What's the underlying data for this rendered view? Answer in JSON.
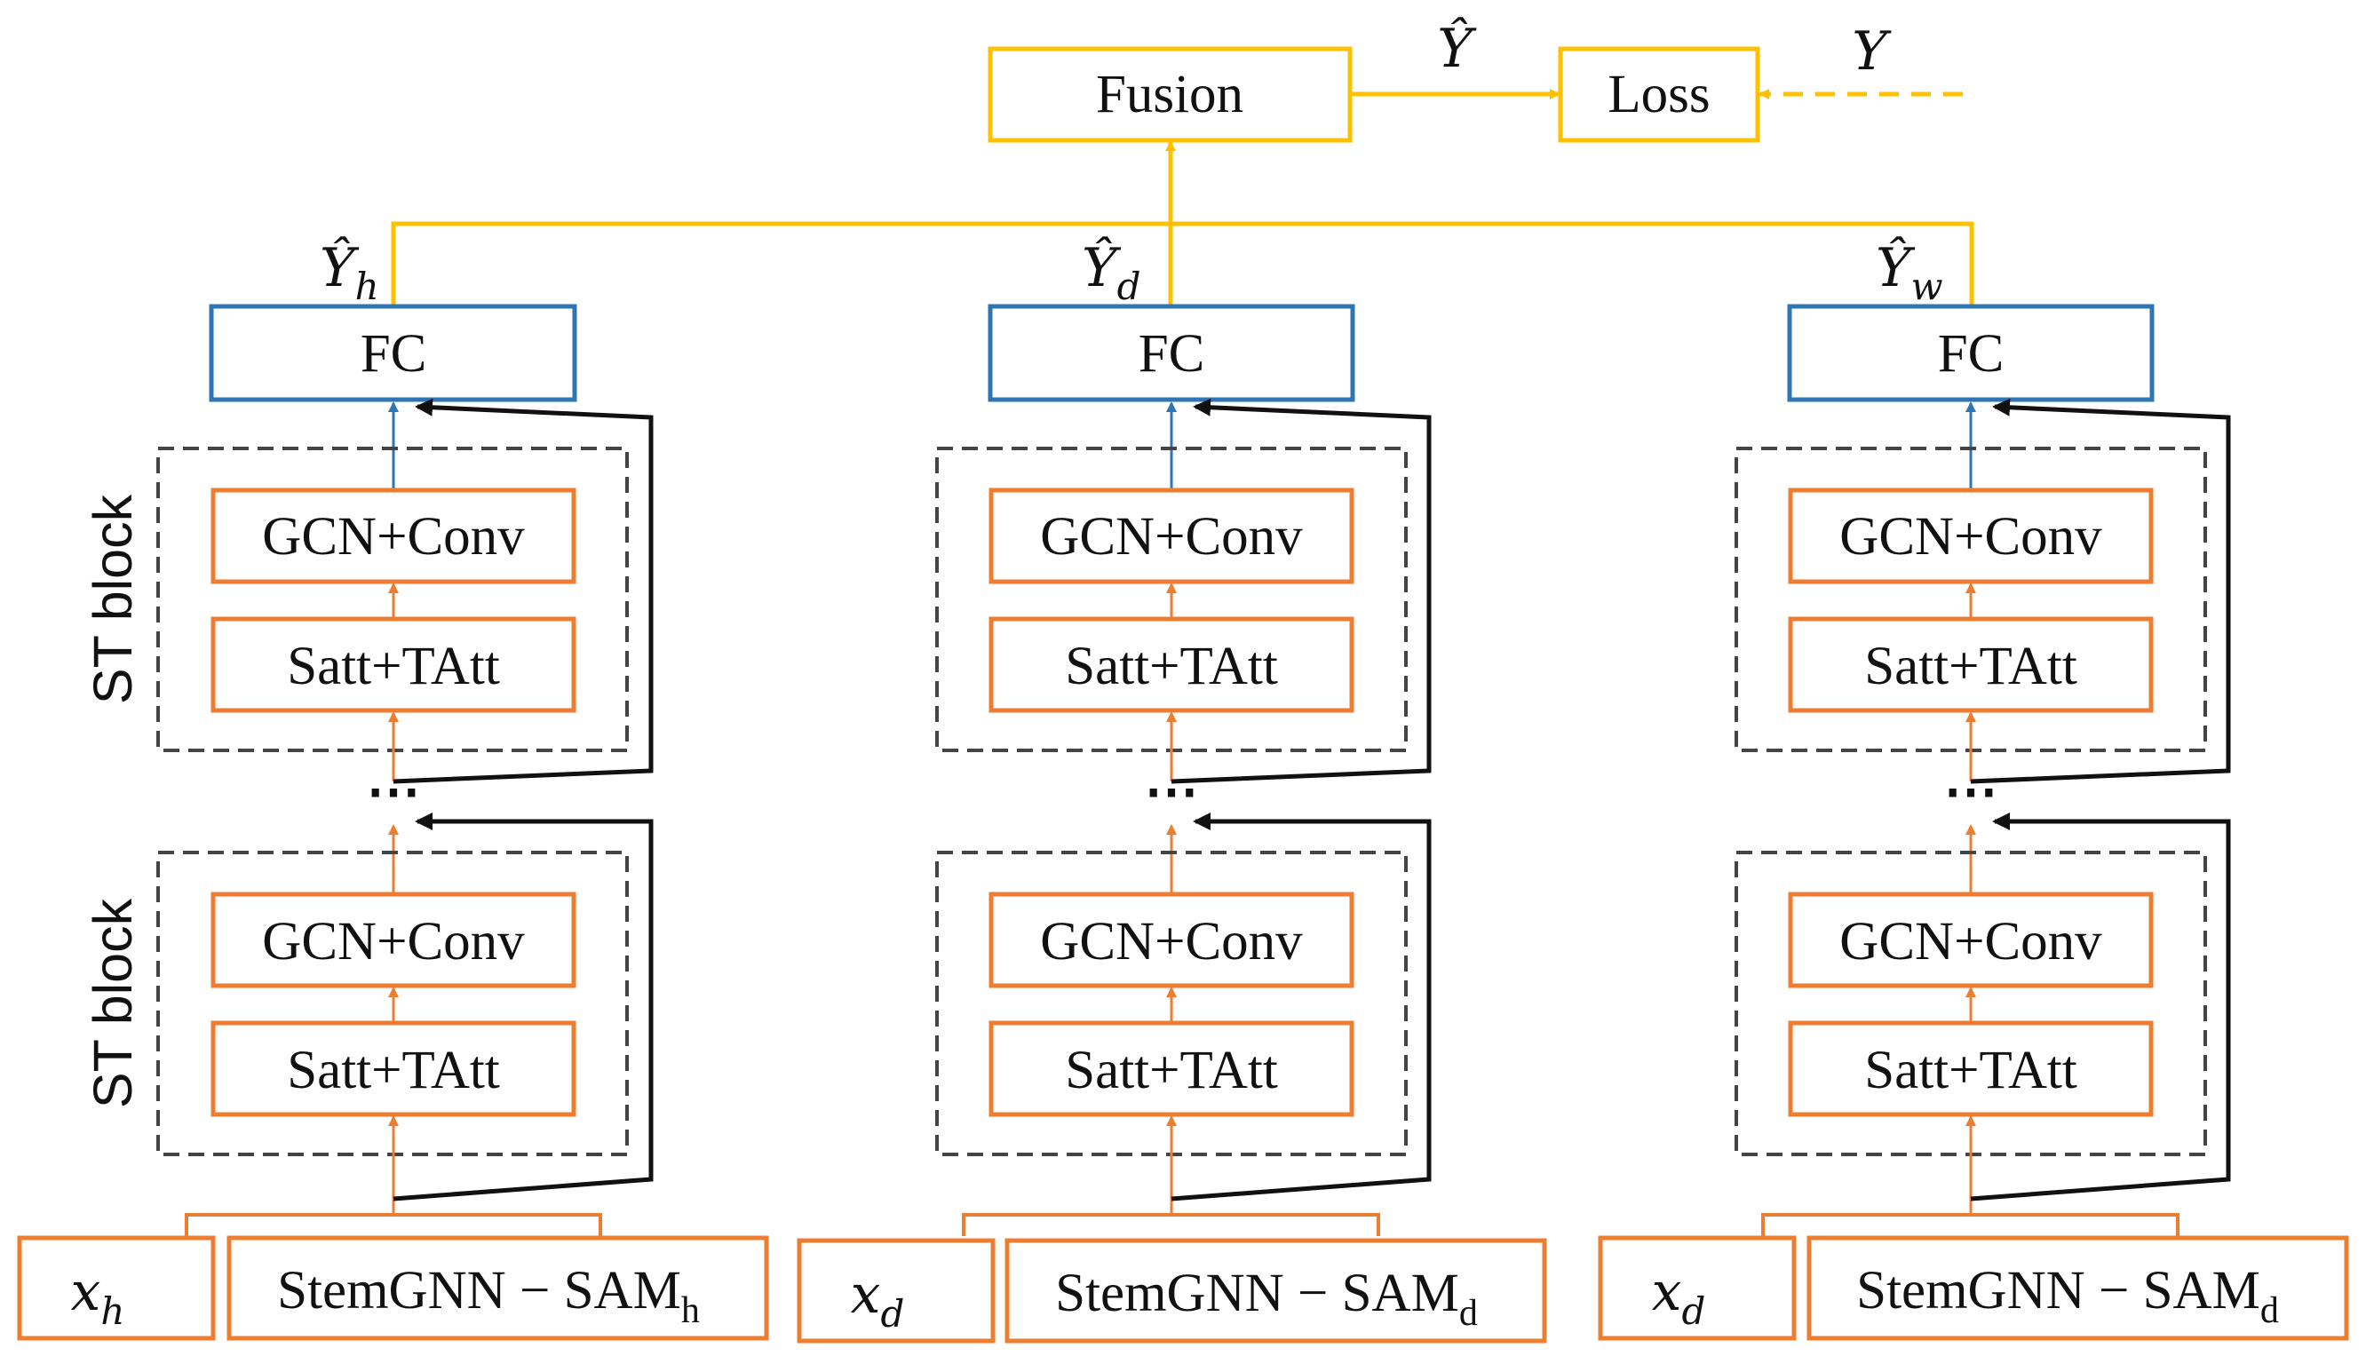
{
  "colors": {
    "yellow": "#FFC000",
    "blue": "#2E75B6",
    "orange": "#ED7D31",
    "black": "#111111",
    "dash": "#444444"
  },
  "top": {
    "fusion": "Fusion",
    "loss": "Loss",
    "yhat": "Ŷ",
    "y": "Y"
  },
  "block_label": "ST block",
  "ellipsis": "⋯",
  "columns": [
    {
      "yhat_base": "Ŷ",
      "yhat_sub": "h",
      "fc": "FC",
      "upper": {
        "gcn": "GCN+Conv",
        "att": "Satt+TAtt"
      },
      "lower": {
        "gcn": "GCN+Conv",
        "att": "Satt+TAtt"
      },
      "x_base": "x",
      "x_sub": "h",
      "stem_base": "StemGNN − SAM",
      "stem_sub": "h"
    },
    {
      "yhat_base": "Ŷ",
      "yhat_sub": "d",
      "fc": "FC",
      "upper": {
        "gcn": "GCN+Conv",
        "att": "Satt+TAtt"
      },
      "lower": {
        "gcn": "GCN+Conv",
        "att": "Satt+TAtt"
      },
      "x_base": "x",
      "x_sub": "d",
      "stem_base": "StemGNN − SAM",
      "stem_sub": "d"
    },
    {
      "yhat_base": "Ŷ",
      "yhat_sub": "w",
      "fc": "FC",
      "upper": {
        "gcn": "GCN+Conv",
        "att": "Satt+TAtt"
      },
      "lower": {
        "gcn": "GCN+Conv",
        "att": "Satt+TAtt"
      },
      "x_base": "x",
      "x_sub": "d",
      "stem_base": "StemGNN − SAM",
      "stem_sub": "d"
    }
  ]
}
